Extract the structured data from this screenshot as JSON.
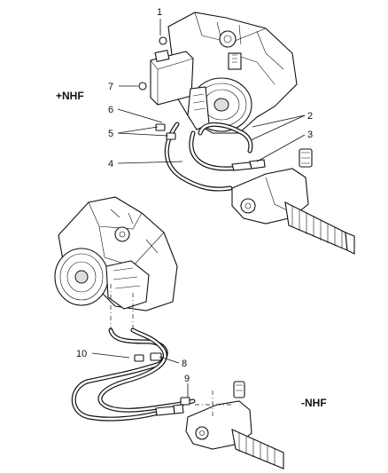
{
  "variants": {
    "with_nhf": "+NHF",
    "without_nhf": "-NHF"
  },
  "callouts": [
    "1",
    "2",
    "3",
    "4",
    "5",
    "6",
    "7",
    "8",
    "9",
    "10"
  ]
}
